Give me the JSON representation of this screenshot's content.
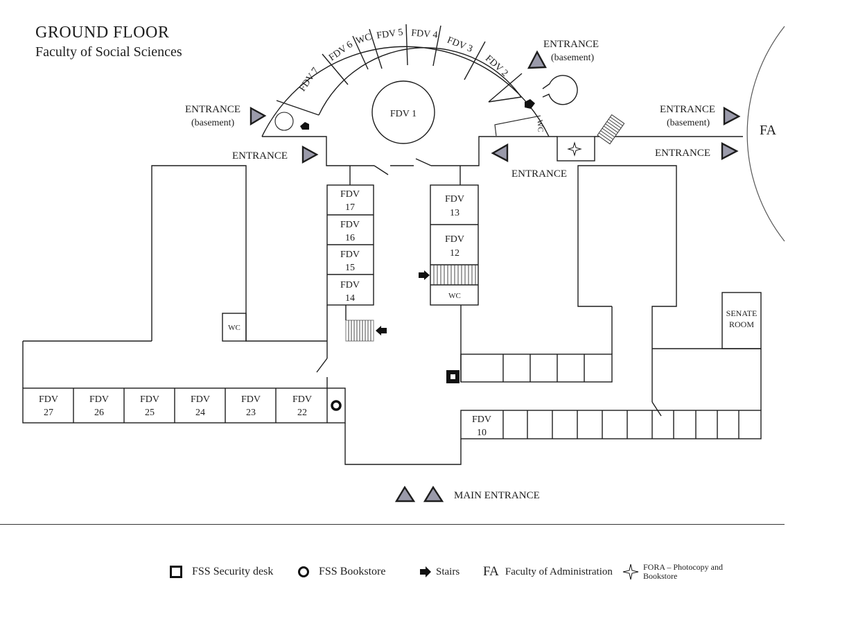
{
  "header": {
    "title": "GROUND  FLOOR",
    "subtitle": "Faculty of Social Sciences"
  },
  "colors": {
    "entrance_marker_fill": "#9a9aaa",
    "line": "#1d1d1d",
    "background": "#ffffff"
  },
  "rooms": {
    "arc": [
      {
        "id": "fdv7",
        "label": "FDV 7"
      },
      {
        "id": "fdv6",
        "label": "FDV 6"
      },
      {
        "id": "wc_arc",
        "label": "WC"
      },
      {
        "id": "fdv5",
        "label": "FDV 5"
      },
      {
        "id": "fdv4",
        "label": "FDV 4"
      },
      {
        "id": "fdv3",
        "label": "FDV 3"
      },
      {
        "id": "fdv2",
        "label": "FDV 2"
      }
    ],
    "fdv1": "FDV 1",
    "wc_right_arc": "WC",
    "left_column": [
      {
        "line1": "FDV",
        "line2": "17"
      },
      {
        "line1": "FDV",
        "line2": "16"
      },
      {
        "line1": "FDV",
        "line2": "15"
      },
      {
        "line1": "FDV",
        "line2": "14"
      }
    ],
    "right_column": [
      {
        "line1": "FDV",
        "line2": "13"
      },
      {
        "line1": "FDV",
        "line2": "12"
      }
    ],
    "wc_center": "WC",
    "wc_left": "WC",
    "bottom_row": [
      {
        "line1": "FDV",
        "line2": "27"
      },
      {
        "line1": "FDV",
        "line2": "26"
      },
      {
        "line1": "FDV",
        "line2": "25"
      },
      {
        "line1": "FDV",
        "line2": "24"
      },
      {
        "line1": "FDV",
        "line2": "23"
      },
      {
        "line1": "FDV",
        "line2": "22"
      }
    ],
    "fdv10": {
      "line1": "FDV",
      "line2": "10"
    },
    "senate": {
      "line1": "SENATE",
      "line2": "ROOM"
    },
    "fa": "FA"
  },
  "entrances": {
    "basement_left": {
      "label": "ENTRANCE",
      "sub": "(basement)"
    },
    "left": {
      "label": "ENTRANCE"
    },
    "basement_top_right": {
      "label": "ENTRANCE",
      "sub": "(basement)"
    },
    "center_right": {
      "label": "ENTRANCE"
    },
    "basement_fa": {
      "label": "ENTRANCE",
      "sub": "(basement)"
    },
    "fa": {
      "label": "ENTRANCE"
    },
    "main": {
      "label": "MAIN  ENTRANCE"
    }
  },
  "legend": {
    "security": {
      "icon": "security-desk-square-icon",
      "label": "FSS Security desk"
    },
    "bookstore": {
      "icon": "bookstore-ring-icon",
      "label": "FSS Bookstore"
    },
    "stairs": {
      "icon": "stairs-arrow-icon",
      "label": "Stairs"
    },
    "fa": {
      "abbr": "FA",
      "label": "Faculty of Administration"
    },
    "fora": {
      "icon": "four-point-star-icon",
      "line1": "FORA – Photocopy and",
      "line2": "Bookstore"
    }
  }
}
